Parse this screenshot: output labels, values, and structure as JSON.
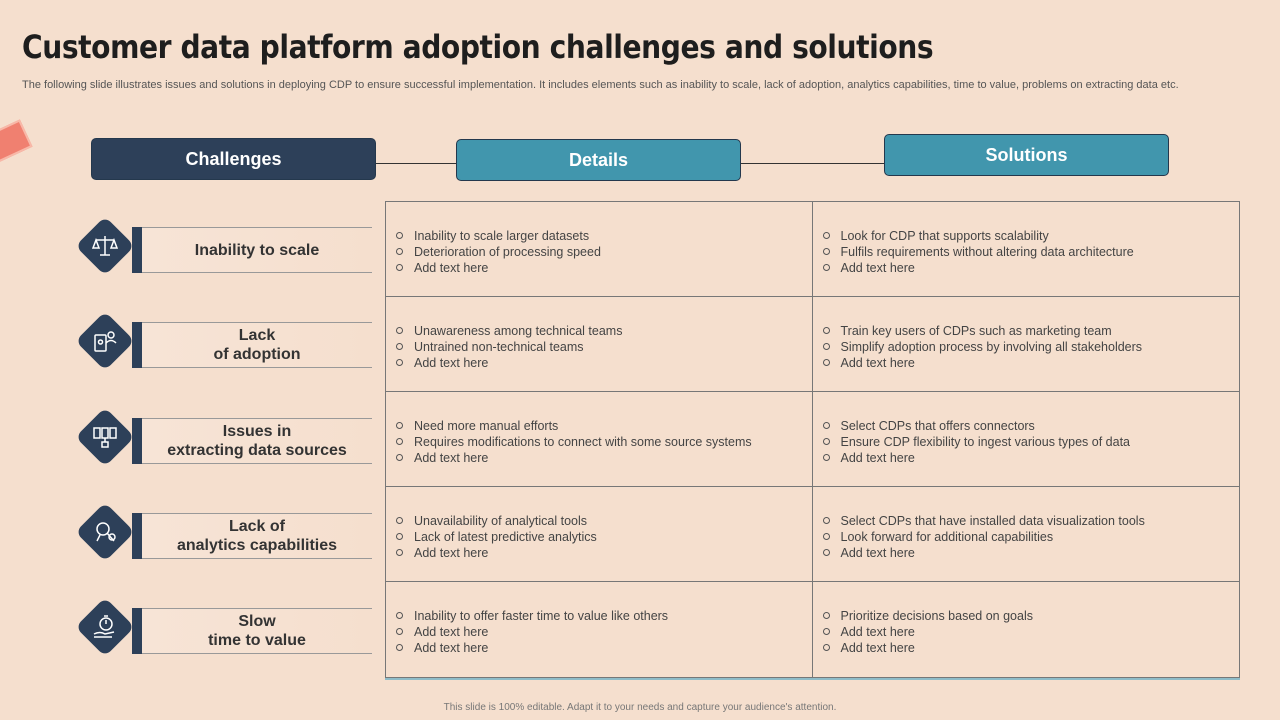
{
  "title": "Customer data platform adoption challenges and solutions",
  "subtitle": "The following slide illustrates issues and solutions in deploying CDP to ensure successful implementation. It includes elements such as inability to scale, lack of adoption, analytics capabilities, time to value,  problems on extracting data etc.",
  "headers": {
    "challenges": "Challenges",
    "details": "Details",
    "solutions": "Solutions"
  },
  "rows": [
    {
      "challenge_line1": "Inability to scale",
      "challenge_line2": "",
      "icon": "scale-icon",
      "details": [
        "Inability to scale larger datasets",
        "Deterioration  of processing speed",
        "Add text here"
      ],
      "solutions": [
        "Look for CDP that supports scalability",
        "Fulfils requirements  without altering data architecture",
        "Add text here"
      ]
    },
    {
      "challenge_line1": "Lack",
      "challenge_line2": "of adoption",
      "icon": "user-device-icon",
      "details": [
        "Unawareness  among technical teams",
        "Untrained non-technical teams",
        "Add text here"
      ],
      "solutions": [
        "Train  key users of CDPs such as marketing team",
        "Simplify adoption  process by involving  all stakeholders",
        "Add text here"
      ]
    },
    {
      "challenge_line1": "Issues in",
      "challenge_line2": "extracting data sources",
      "icon": "database-icon",
      "details": [
        "Need more manual efforts",
        "Requires  modifications to connect with some source systems",
        "Add text here"
      ],
      "solutions": [
        "Select CDPs that offers connectors",
        "Ensure  CDP flexibility to ingest various  types of data",
        "Add text here"
      ]
    },
    {
      "challenge_line1": "Lack of",
      "challenge_line2": "analytics capabilities",
      "icon": "analytics-head-icon",
      "details": [
        "Unavailability  of analytical tools",
        "Lack of latest predictive  analytics",
        "Add text here"
      ],
      "solutions": [
        "Select CDPs that have installed data  visualization tools",
        "Look forward  for additional  capabilities",
        "Add text here"
      ]
    },
    {
      "challenge_line1": "Slow",
      "challenge_line2": "time to value",
      "icon": "stopwatch-hand-icon",
      "details": [
        "Inability to offer faster time to value  like others",
        "Add text here",
        "Add text here"
      ],
      "solutions": [
        "Prioritize decisions based on goals",
        "Add text here",
        "Add text here"
      ]
    }
  ],
  "footer": "This slide is 100% editable.  Adapt it to your needs and capture your audience's attention.",
  "colors": {
    "background": "#f5dfce",
    "navy": "#2d4059",
    "teal": "#4196ad"
  }
}
